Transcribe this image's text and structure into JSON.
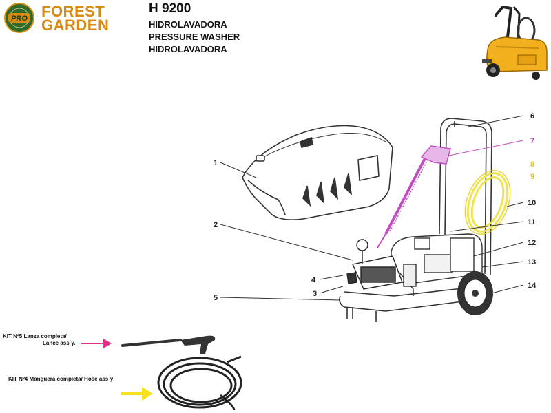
{
  "header": {
    "logo_badge": "PRO",
    "logo_line1": "FOREST",
    "logo_line2": "GARDEN",
    "model": "H 9200",
    "subtitles": [
      "HIDROLAVADORA",
      "PRESSURE WASHER",
      "HIDROLAVADORA"
    ]
  },
  "callouts": {
    "n1": "1",
    "n2": "2",
    "n3": "3",
    "n4": "4",
    "n5": "5",
    "n6": "6",
    "n7": "7",
    "n8": "8",
    "n9": "9",
    "n10": "10",
    "n11": "11",
    "n12": "12",
    "n13": "13",
    "n14": "14"
  },
  "kits": {
    "lance_line1": "KIT Nº5 Lanza completa/",
    "lance_line2": "Lance ass´y.",
    "hose_line1": "KIT Nº4 Manguera completa/ Hose ass´y"
  },
  "colors": {
    "logo_orange": "#d98a12",
    "logo_green": "#2f6b2a",
    "lance_highlight": "#c24fc2",
    "hose_highlight": "#f2e34a",
    "lance_arrow": "#e0328c",
    "hose_arrow": "#f4e21c",
    "machine_yellow": "#f2b01e"
  }
}
